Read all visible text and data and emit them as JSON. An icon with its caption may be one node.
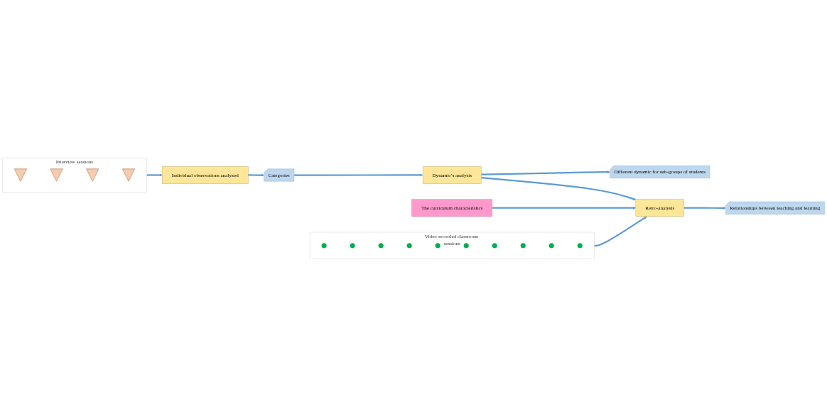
{
  "diagram": {
    "nodes": [
      {
        "text": [
          "Interview sessions"
        ]
      },
      {
        "text": [],
        "shape": "triangle",
        "in": 0
      },
      {
        "text": [],
        "shape": "triangle",
        "in": 0
      },
      {
        "text": [],
        "shape": "triangle",
        "in": 0
      },
      {
        "text": [],
        "shape": "triangle",
        "in": 0
      },
      {
        "text": [
          "Individual observations analyzed"
        ]
      },
      {
        "text": [
          "Categories"
        ]
      },
      {
        "text": [
          "Dynamic’s analysis"
        ]
      },
      {
        "text": [
          "Different dynamic for sub-groups of students"
        ]
      },
      {
        "text": [
          "The curriculum characteristics"
        ]
      },
      {
        "text": [
          "Video-recorded classroom sessions"
        ]
      },
      {
        "text": [],
        "shape": "circle",
        "in": 10
      },
      {
        "text": [],
        "shape": "circle",
        "in": 10
      },
      {
        "text": [],
        "shape": "circle",
        "in": 10
      },
      {
        "text": [],
        "shape": "circle",
        "in": 10
      },
      {
        "text": [],
        "shape": "circle",
        "in": 10
      },
      {
        "text": [],
        "shape": "circle",
        "in": 10
      },
      {
        "text": [],
        "shape": "circle",
        "in": 10
      },
      {
        "text": [],
        "shape": "circle",
        "in": 10
      },
      {
        "text": [],
        "shape": "circle",
        "in": 10
      },
      {
        "text": [],
        "shape": "circle",
        "in": 10
      },
      {
        "text": [
          "Retro-analysis"
        ]
      },
      {
        "text": [
          "Relationships between teaching and learning"
        ]
      }
    ],
    "edges": [
      {
        "from": 0,
        "to": 5,
        "arrow": "to"
      },
      {
        "from": 5,
        "to": 6,
        "arrow": "to"
      },
      {
        "from": 6,
        "to": 7,
        "arrow": "to"
      },
      {
        "from": 7,
        "to": 8,
        "arrow": "to"
      },
      {
        "from": 7,
        "to": 21,
        "arrow": "to"
      },
      {
        "from": 9,
        "to": 21,
        "arrow": "to"
      },
      {
        "from": 10,
        "to": 21,
        "arrow": "to"
      },
      {
        "from": 21,
        "to": 22,
        "arrow": "to"
      }
    ]
  }
}
